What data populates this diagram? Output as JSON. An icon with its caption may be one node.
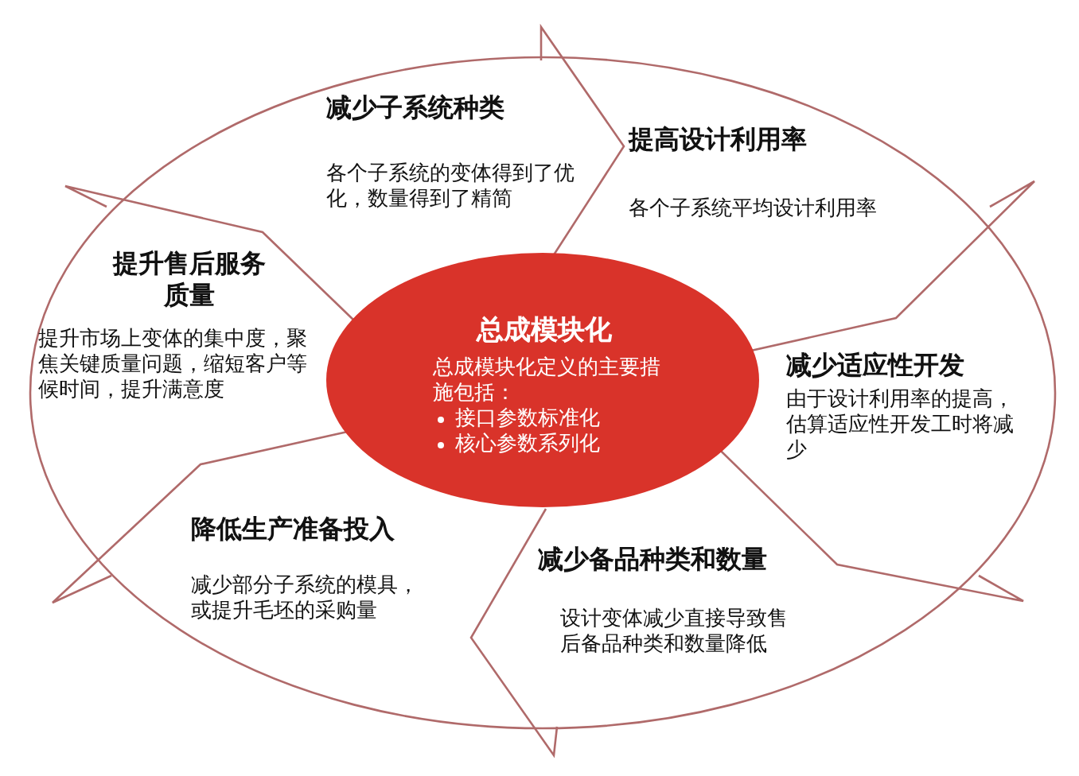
{
  "diagram": {
    "nodes": [
      {
        "text": [
          "总成模块化",
          "总成模块化定义的主要措施包括：",
          "接口参数标准化",
          "核心参数系列化"
        ]
      },
      {
        "text": [
          "减少子系统种类",
          "各个子系统的变体得到了优化，数量得到了精简"
        ]
      },
      {
        "text": [
          "提高设计利用率",
          "各个子系统平均设计利用率"
        ]
      },
      {
        "text": [
          "减少适应性开发",
          "由于设计利用率的提高，估算适应性开发工时将减少"
        ]
      },
      {
        "text": [
          "减少备品种类和数量",
          "设计变体减少直接导致售后备品种类和数量降低"
        ]
      },
      {
        "text": [
          "降低生产准备投入",
          "减少部分子系统的模具，或提升毛坯的采购量"
        ]
      },
      {
        "text": [
          "提升售后服务质量",
          "提升市场上变体的集中度，聚焦关键质量问题，缩短客户等候时间，提升满意度"
        ]
      }
    ]
  }
}
